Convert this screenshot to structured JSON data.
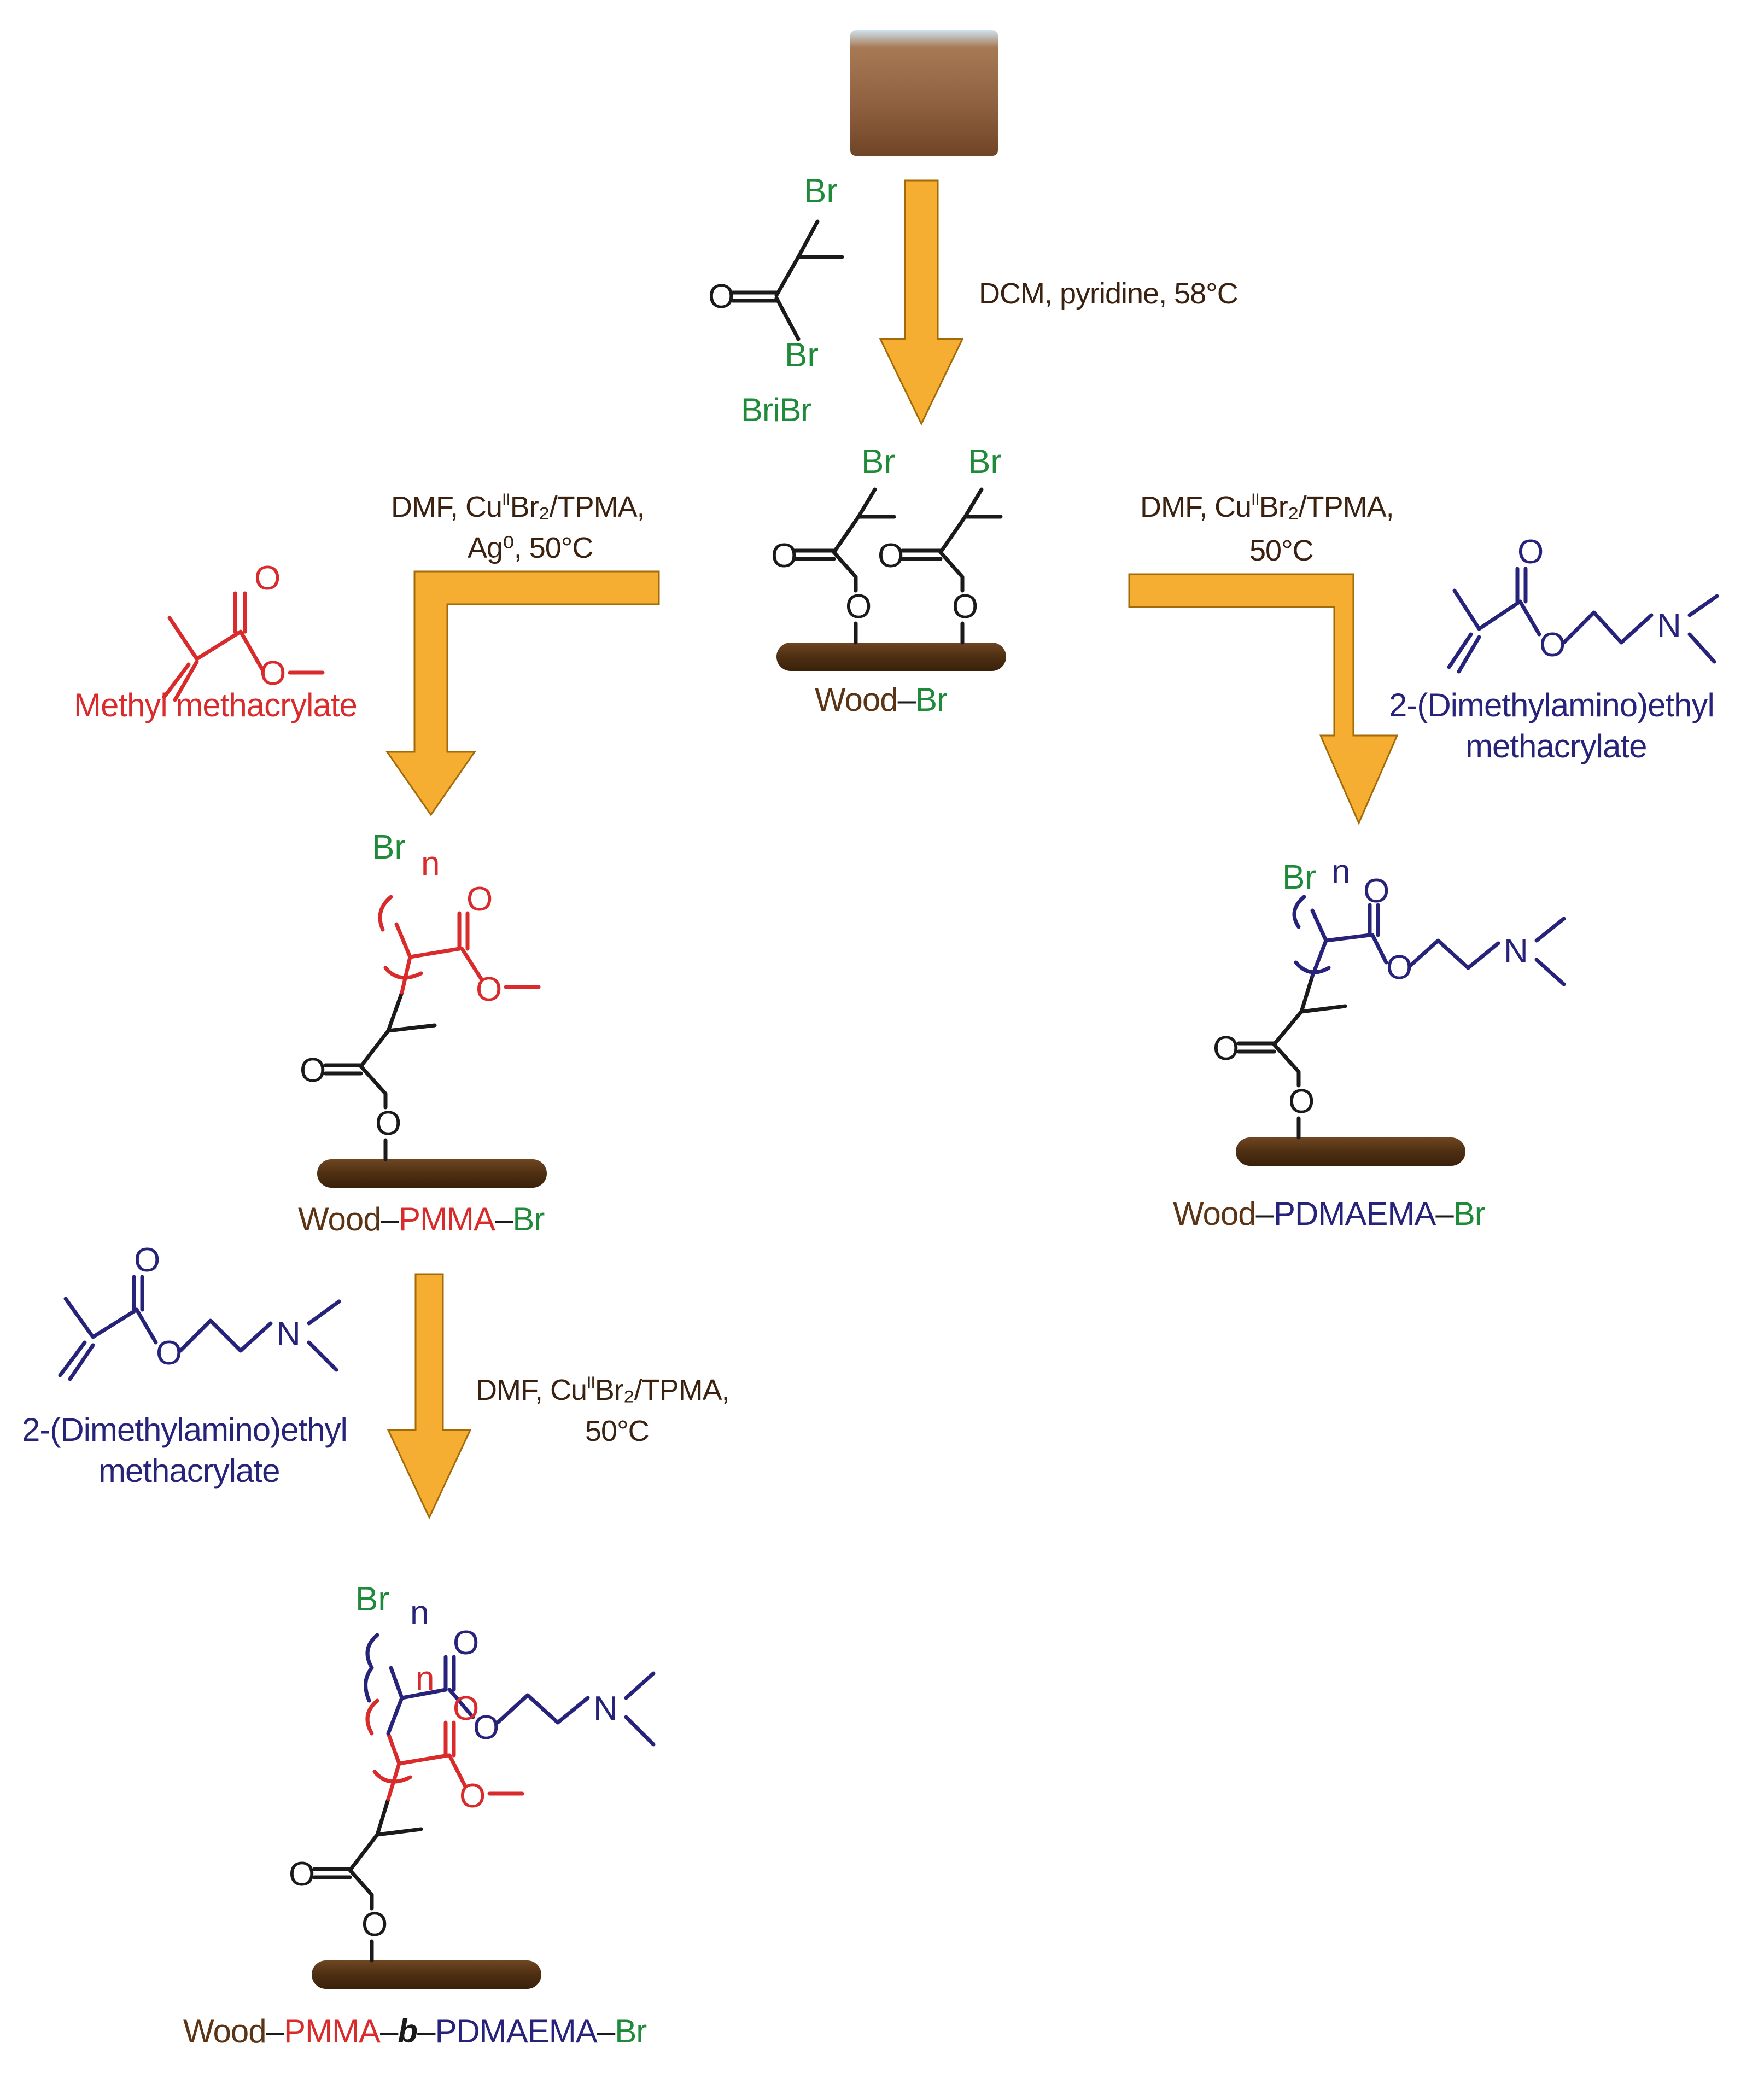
{
  "step1": {
    "conditions": "DCM, pyridine, 58°C",
    "reagent_name": "BriBr"
  },
  "step_left": {
    "conditions_line1": "DMF, Cu",
    "conditions_sup": "II",
    "conditions_rest": "Br₂/TPMA,",
    "conditions_line2": "Ag⁰, 50°C"
  },
  "step_right": {
    "conditions_line1": "DMF, Cu",
    "conditions_sup": "II",
    "conditions_rest": "Br₂/TPMA,",
    "conditions_line2": "50°C"
  },
  "step_down": {
    "conditions_line1": "DMF, Cu",
    "conditions_sup": "II",
    "conditions_rest": "Br₂/TPMA,",
    "conditions_line2": "50°C"
  },
  "monomers": {
    "mma": "Methyl methacrylate",
    "dmaema_line1": "2-(Dimethylamino)ethyl",
    "dmaema_line2": "methacrylate"
  },
  "products": {
    "wood_br": {
      "a": "Wood",
      "b": "Br"
    },
    "wood_pmma_br": {
      "a": "Wood",
      "b": "PMMA",
      "c": "Br"
    },
    "wood_pdmaema_br": {
      "a": "Wood",
      "b": "PDMAEMA",
      "c": "Br"
    },
    "wood_block": {
      "a": "Wood",
      "b": "PMMA",
      "c": "b",
      "d": "PDMAEMA",
      "e": "Br"
    }
  },
  "atoms": {
    "br": "Br",
    "o": "O",
    "n": "N",
    "sub_n": "n"
  },
  "colors": {
    "wood": "#8a5a34",
    "arrow": "#f5ae32",
    "pmma": "#d92b2b",
    "pdmaema": "#28237a",
    "bromine": "#1e8a3a"
  }
}
